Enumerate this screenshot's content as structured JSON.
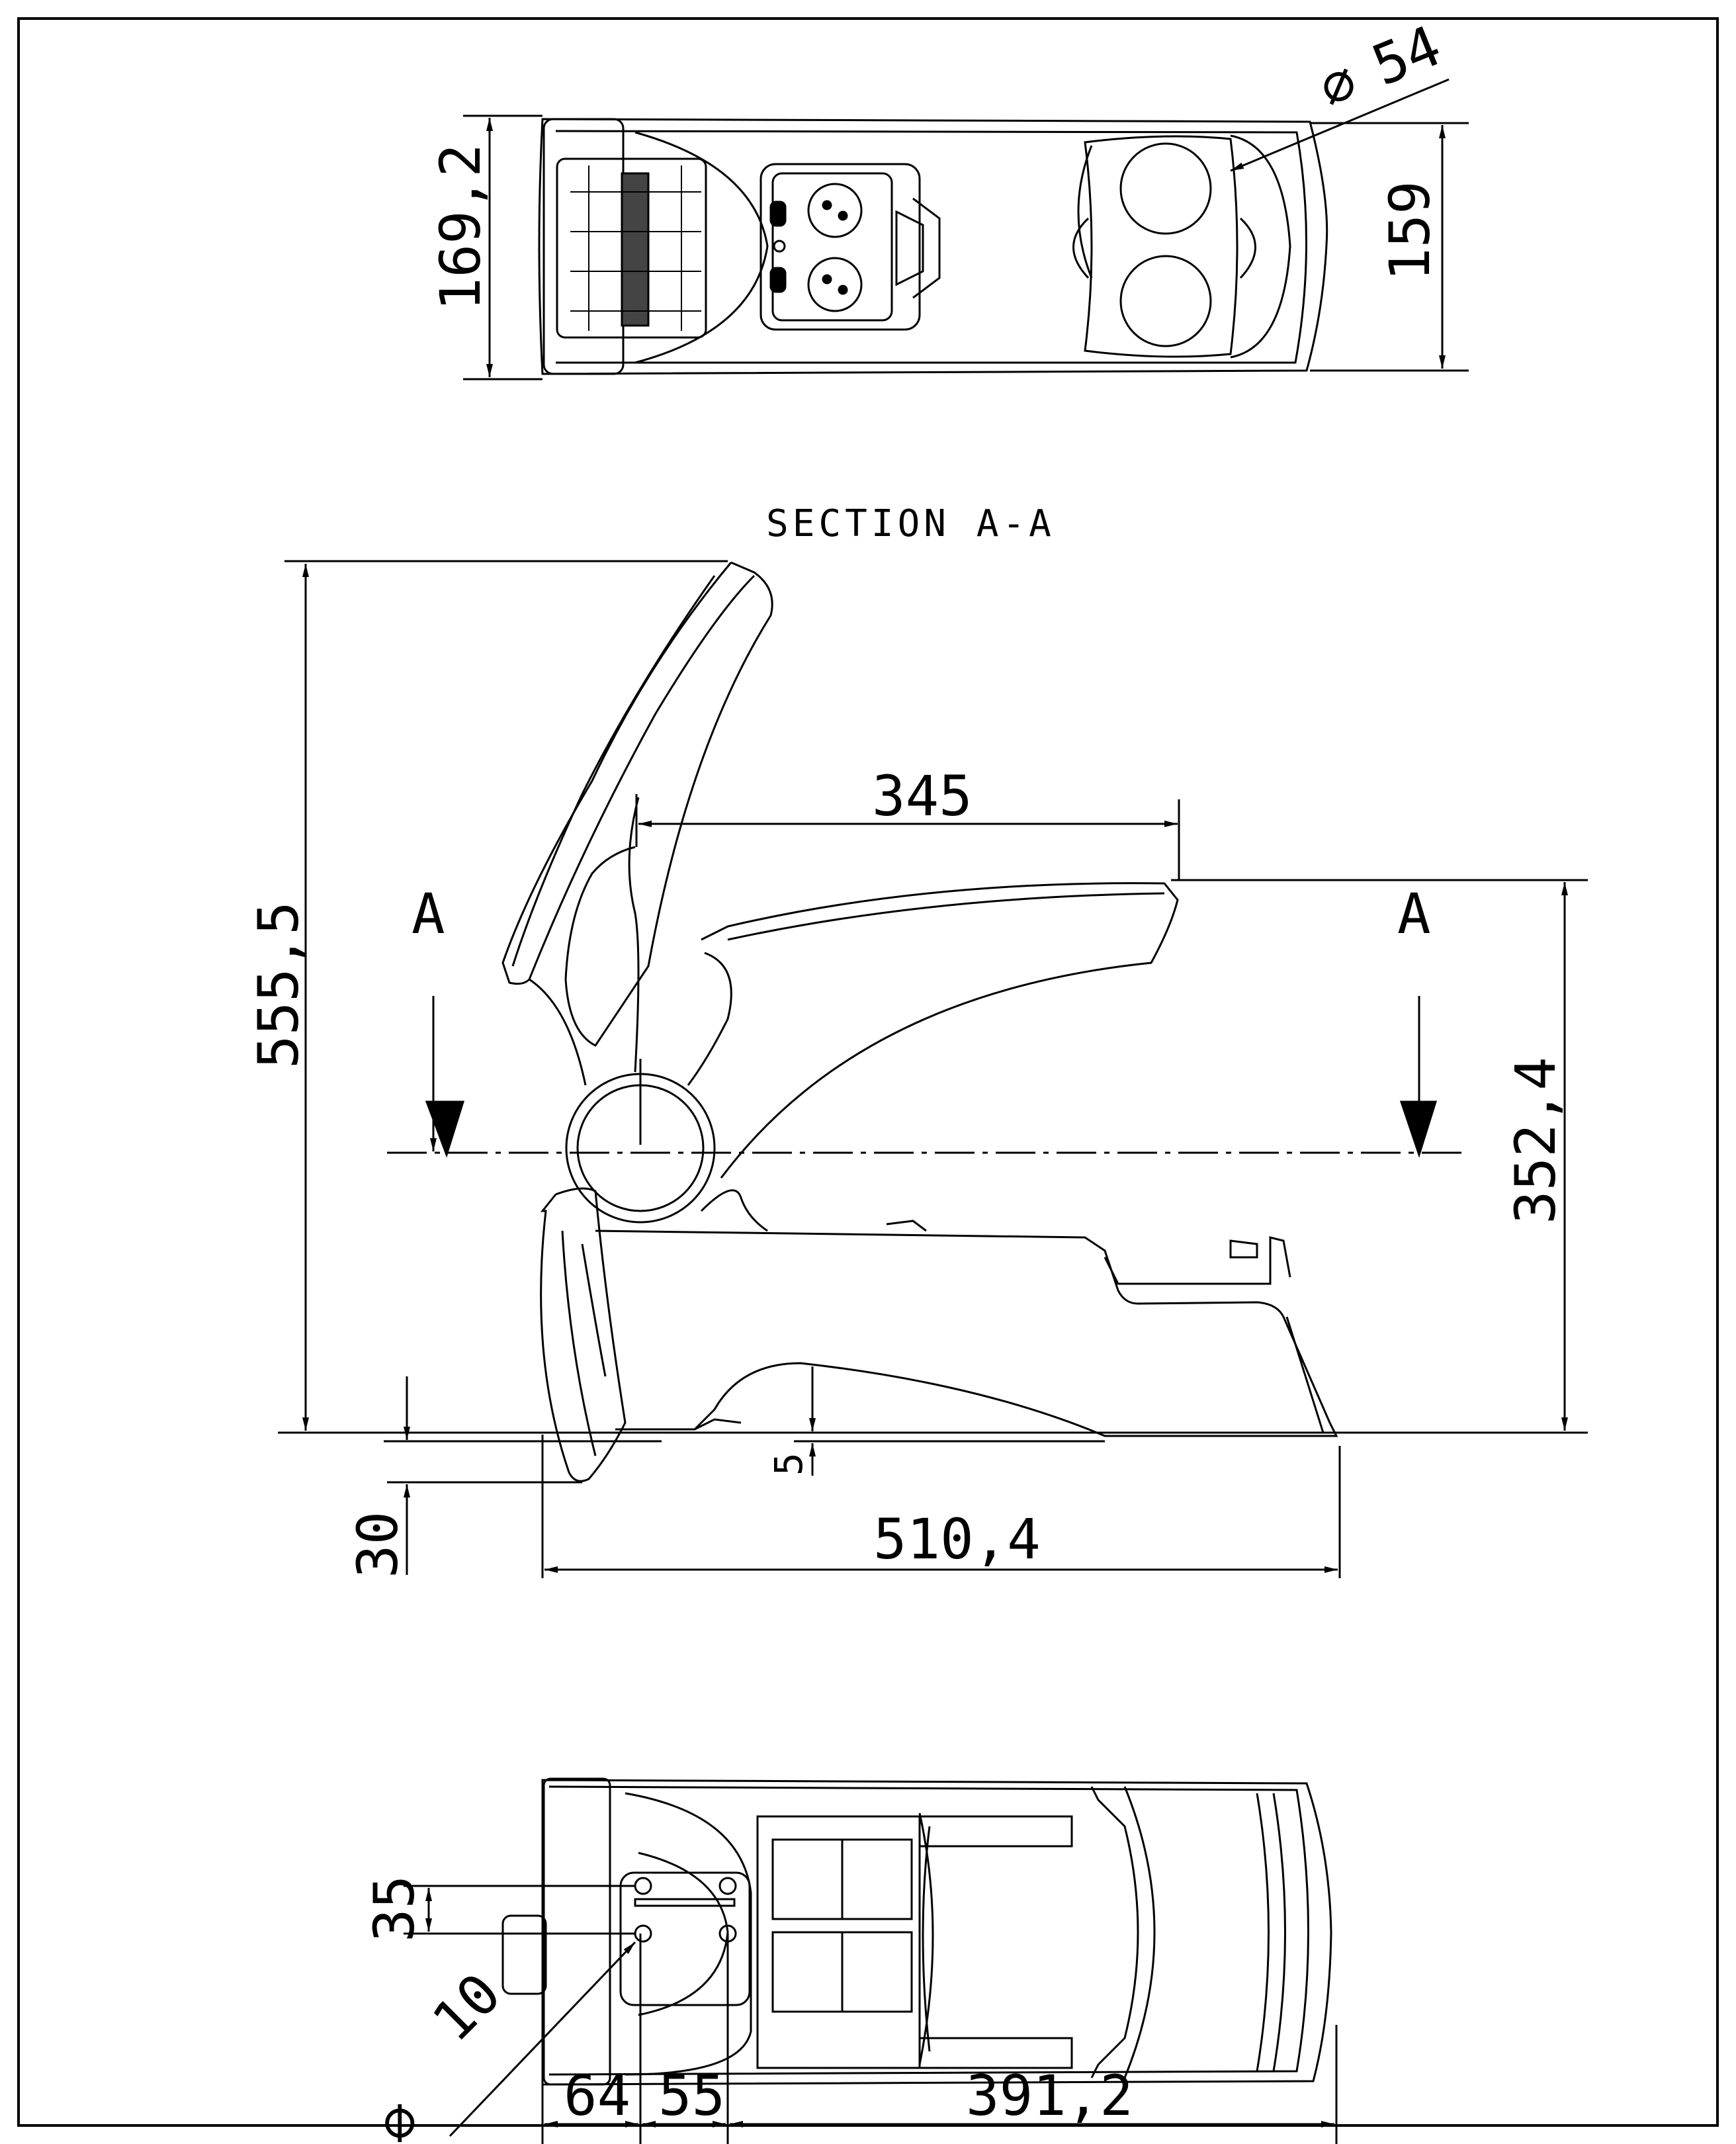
{
  "section_title": "SECTION A-A",
  "section_marks": {
    "left": "A",
    "right": "A"
  },
  "top_view": {
    "width_left": "169,2",
    "width_right": "159",
    "hole_diameter": "54",
    "diameter_symbol": "⌀"
  },
  "side_view": {
    "overall_height": "555,5",
    "pivot_distance": "345",
    "height_to_handle": "352,4",
    "overall_length": "510,4",
    "bottom_offset": "30",
    "ground_clearance": "5"
  },
  "bottom_view": {
    "hole_spacing": "35",
    "hole_diameter": "10",
    "diameter_symbol": "⌀",
    "dim_a": "64",
    "dim_b": "55",
    "dim_c": "391,2"
  }
}
